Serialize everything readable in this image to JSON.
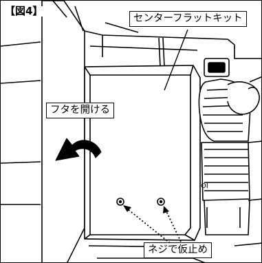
{
  "figure": {
    "number": "【図4】"
  },
  "callouts": {
    "center_flat_kit": "センターフラットキット",
    "open_lid": "フタを開ける",
    "temp_screw": "ネジで仮止め"
  },
  "colors": {
    "line": "#000000",
    "background": "#ffffff",
    "lid_arrow": "#000000"
  },
  "icons": {
    "open_arrow": "curved-arrow-left-icon",
    "screw": "screw-head-icon"
  }
}
